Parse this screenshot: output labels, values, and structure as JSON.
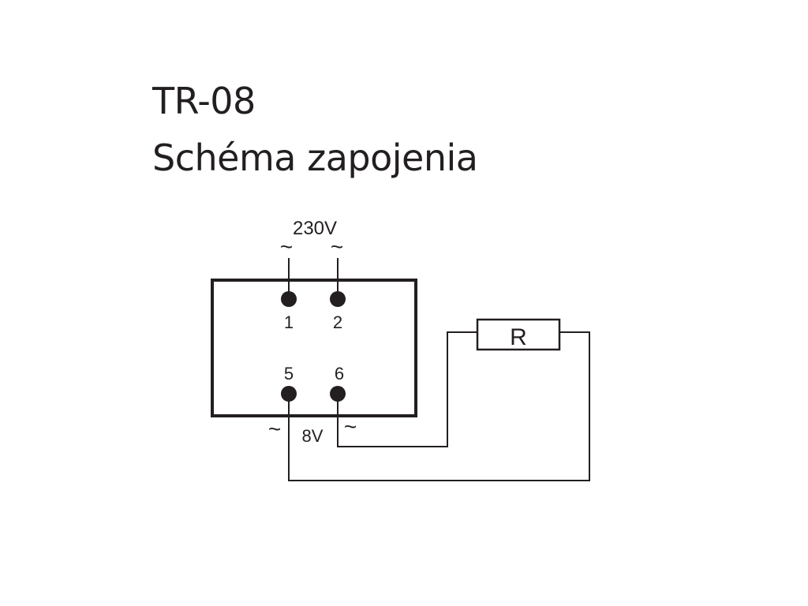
{
  "title": {
    "model": "TR-08",
    "subtitle": "Schéma zapojenia"
  },
  "diagram": {
    "primary_voltage": "230V",
    "secondary_voltage": "8V",
    "ac_symbol": "~",
    "terminals": {
      "t1": "1",
      "t2": "2",
      "t5": "5",
      "t6": "6"
    },
    "resistor_label": "R",
    "stroke_color": "#231f20"
  }
}
